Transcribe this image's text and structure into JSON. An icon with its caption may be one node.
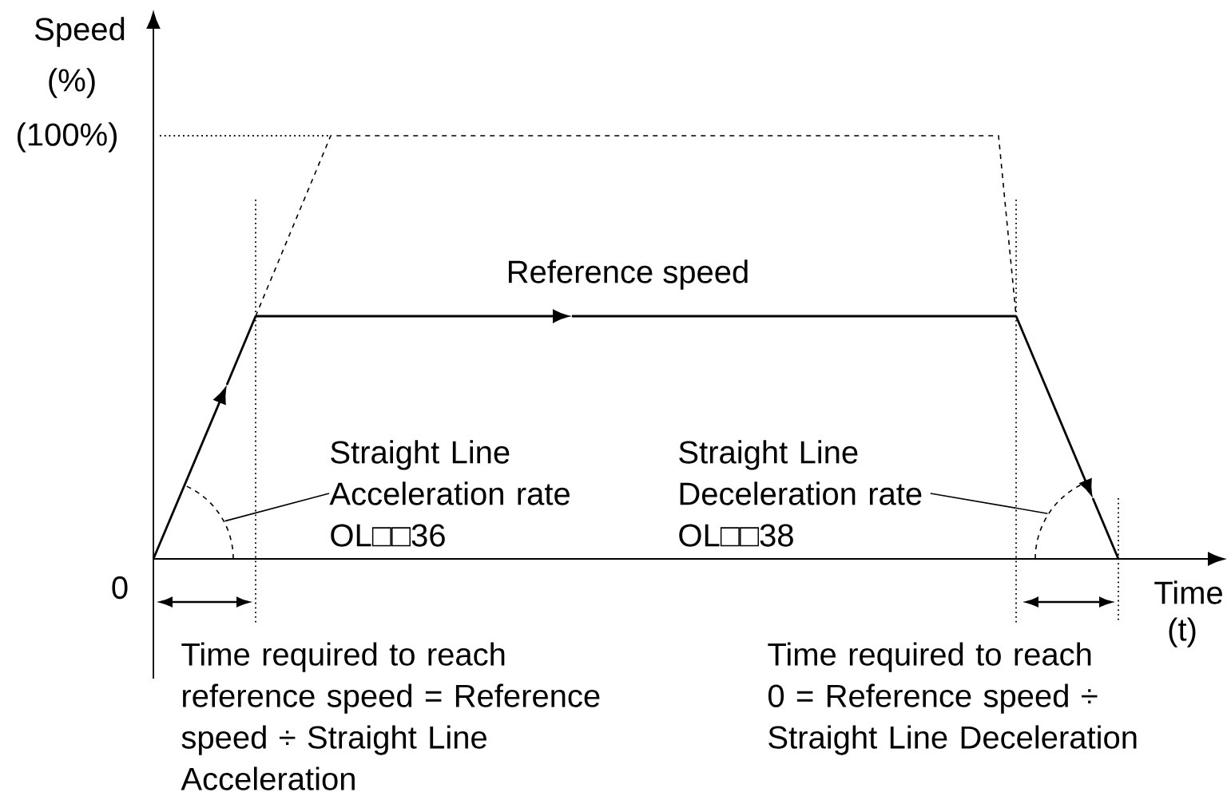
{
  "diagram": {
    "nodes": [
      {
        "text": [
          "Straight Line Acceleration rate OL□□36"
        ]
      },
      {
        "text": [],
        "shape": "arc"
      },
      {
        "text": [
          "Straight Line Deceleration rate OL□□38"
        ]
      },
      {
        "text": [],
        "shape": "arc"
      }
    ],
    "edges": [
      {
        "from": 0,
        "to": 1,
        "arrow": "none"
      },
      {
        "from": 2,
        "to": 3,
        "arrow": "none"
      }
    ],
    "labels": [
      "Speed",
      "(%)",
      "(100%)",
      "Reference speed",
      "0",
      "Time",
      "(t)",
      "Time required to reach reference speed = Reference speed ÷ Straight Line Acceleration",
      "Time required to reach 0 = Reference speed ÷ Straight Line Deceleration"
    ]
  }
}
